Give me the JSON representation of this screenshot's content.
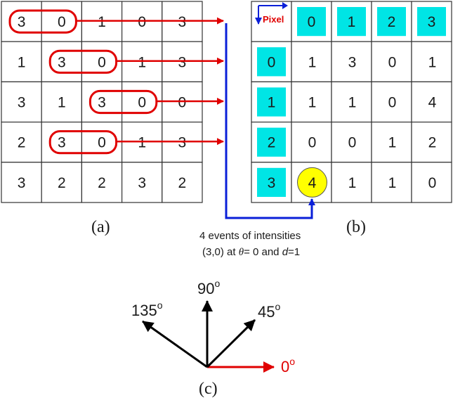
{
  "matrix_a": [
    [
      "3",
      "0",
      "1",
      "0",
      "3"
    ],
    [
      "1",
      "3",
      "0",
      "1",
      "3"
    ],
    [
      "3",
      "1",
      "3",
      "0",
      "0"
    ],
    [
      "2",
      "3",
      "0",
      "1",
      "3"
    ],
    [
      "3",
      "2",
      "2",
      "3",
      "2"
    ]
  ],
  "matrix_b": {
    "corner_label": "Pixel",
    "col_headers": [
      "0",
      "1",
      "2",
      "3"
    ],
    "row_headers": [
      "0",
      "1",
      "2",
      "3"
    ],
    "values": [
      [
        "1",
        "3",
        "0",
        "1"
      ],
      [
        "1",
        "1",
        "0",
        "4"
      ],
      [
        "0",
        "0",
        "1",
        "2"
      ],
      [
        "4",
        "1",
        "1",
        "0"
      ]
    ]
  },
  "labels": {
    "a": "(a)",
    "b": "(b)",
    "c": "(c)"
  },
  "annotation": {
    "line1": "4 events of intensities",
    "line2_pre": "(3,0) at ",
    "theta": "θ",
    "line2_mid": "= 0 and ",
    "d": "d",
    "line2_post": "=1"
  },
  "directions": [
    {
      "angle": "0",
      "deg": "o",
      "color": "#e00000"
    },
    {
      "angle": "45",
      "deg": "o",
      "color": "#000000"
    },
    {
      "angle": "90",
      "deg": "o",
      "color": "#000000"
    },
    {
      "angle": "135",
      "deg": "o",
      "color": "#000000"
    }
  ],
  "colors": {
    "header_fill": "#00e5e5",
    "highlight_fill": "#ffff00",
    "red": "#e00000",
    "blue": "#0a1fd8",
    "grid": "#333333"
  }
}
